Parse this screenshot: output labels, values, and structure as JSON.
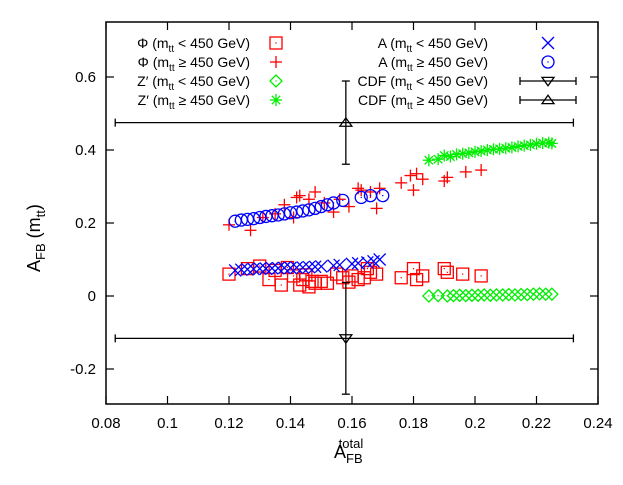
{
  "chart_data": {
    "type": "scatter",
    "title": "",
    "xlabel": "A_FB^total",
    "xlabel_main": "A",
    "xlabel_sub": "FB",
    "xlabel_sup": "total",
    "ylabel": "A_FB (m_tt)",
    "ylabel_main": "A",
    "ylabel_sub": "FB",
    "ylabel_paren_open": " (m",
    "ylabel_paren_sub": "tt",
    "ylabel_paren_close": ")",
    "xlim": [
      0.08,
      0.24
    ],
    "ylim": [
      -0.3,
      0.75
    ],
    "xticks": [
      "0.08",
      "0.1",
      "0.12",
      "0.14",
      "0.16",
      "0.18",
      "0.2",
      "0.22",
      "0.24"
    ],
    "yticks": [
      "-0.2",
      "0",
      "0.2",
      "0.4",
      "0.6"
    ],
    "grid": false,
    "legend_position": "top, two columns",
    "series": [
      {
        "name": "Φ (mtt < 450 GeV)",
        "legend_prefix": "Φ (m",
        "legend_sub": "tt",
        "legend_suffix": " < 450 GeV)",
        "marker": "square",
        "color": "#ff0000",
        "points": [
          [
            0.12,
            0.06
          ],
          [
            0.126,
            0.075
          ],
          [
            0.13,
            0.082
          ],
          [
            0.133,
            0.045
          ],
          [
            0.135,
            0.07
          ],
          [
            0.137,
            0.03
          ],
          [
            0.139,
            0.078
          ],
          [
            0.141,
            0.055
          ],
          [
            0.143,
            0.03
          ],
          [
            0.144,
            0.045
          ],
          [
            0.145,
            0.058
          ],
          [
            0.146,
            0.025
          ],
          [
            0.147,
            0.04
          ],
          [
            0.148,
            0.035
          ],
          [
            0.15,
            0.04
          ],
          [
            0.152,
            0.035
          ],
          [
            0.155,
            0.06
          ],
          [
            0.157,
            0.05
          ],
          [
            0.159,
            0.038
          ],
          [
            0.16,
            0.055
          ],
          [
            0.162,
            0.045
          ],
          [
            0.164,
            0.05
          ],
          [
            0.165,
            0.075
          ],
          [
            0.166,
            0.065
          ],
          [
            0.168,
            0.06
          ],
          [
            0.176,
            0.05
          ],
          [
            0.18,
            0.075
          ],
          [
            0.181,
            0.045
          ],
          [
            0.183,
            0.055
          ],
          [
            0.19,
            0.075
          ],
          [
            0.191,
            0.065
          ],
          [
            0.196,
            0.06
          ],
          [
            0.202,
            0.055
          ]
        ]
      },
      {
        "name": "Φ (mtt ≥ 450 GeV)",
        "legend_prefix": "Φ (m",
        "legend_sub": "tt",
        "legend_suffix": " ≥ 450 GeV)",
        "marker": "plus",
        "color": "#ff0000",
        "points": [
          [
            0.12,
            0.195
          ],
          [
            0.127,
            0.18
          ],
          [
            0.131,
            0.215
          ],
          [
            0.135,
            0.225
          ],
          [
            0.138,
            0.25
          ],
          [
            0.141,
            0.215
          ],
          [
            0.142,
            0.27
          ],
          [
            0.143,
            0.275
          ],
          [
            0.146,
            0.265
          ],
          [
            0.148,
            0.285
          ],
          [
            0.151,
            0.255
          ],
          [
            0.154,
            0.23
          ],
          [
            0.156,
            0.265
          ],
          [
            0.159,
            0.245
          ],
          [
            0.162,
            0.295
          ],
          [
            0.163,
            0.29
          ],
          [
            0.166,
            0.285
          ],
          [
            0.168,
            0.24
          ],
          [
            0.169,
            0.295
          ],
          [
            0.176,
            0.31
          ],
          [
            0.179,
            0.33
          ],
          [
            0.18,
            0.29
          ],
          [
            0.181,
            0.335
          ],
          [
            0.183,
            0.32
          ],
          [
            0.19,
            0.315
          ],
          [
            0.191,
            0.325
          ],
          [
            0.197,
            0.34
          ],
          [
            0.202,
            0.345
          ]
        ]
      },
      {
        "name": "Z′ (mtt < 450 GeV)",
        "legend_prefix": "Z′ (m",
        "legend_sub": "tt",
        "legend_suffix": " < 450 GeV)",
        "marker": "diamond",
        "color": "#00ee00",
        "points": [
          [
            0.185,
            0.0
          ],
          [
            0.188,
            0.001
          ],
          [
            0.191,
            0.0
          ],
          [
            0.193,
            0.001
          ],
          [
            0.195,
            0.002
          ],
          [
            0.197,
            0.001
          ],
          [
            0.199,
            0.002
          ],
          [
            0.201,
            0.002
          ],
          [
            0.203,
            0.003
          ],
          [
            0.205,
            0.002
          ],
          [
            0.207,
            0.003
          ],
          [
            0.209,
            0.003
          ],
          [
            0.211,
            0.004
          ],
          [
            0.213,
            0.003
          ],
          [
            0.215,
            0.004
          ],
          [
            0.217,
            0.004
          ],
          [
            0.219,
            0.005
          ],
          [
            0.221,
            0.006
          ],
          [
            0.223,
            0.005
          ],
          [
            0.225,
            0.005
          ]
        ]
      },
      {
        "name": "Z′ (mtt ≥ 450 GeV)",
        "legend_prefix": "Z′ (m",
        "legend_sub": "tt",
        "legend_suffix": " ≥ 450 GeV)",
        "marker": "star",
        "color": "#00ee00",
        "points": [
          [
            0.185,
            0.372
          ],
          [
            0.188,
            0.375
          ],
          [
            0.19,
            0.385
          ],
          [
            0.192,
            0.382
          ],
          [
            0.194,
            0.388
          ],
          [
            0.196,
            0.39
          ],
          [
            0.198,
            0.392
          ],
          [
            0.2,
            0.395
          ],
          [
            0.202,
            0.397
          ],
          [
            0.204,
            0.4
          ],
          [
            0.206,
            0.402
          ],
          [
            0.208,
            0.403
          ],
          [
            0.21,
            0.405
          ],
          [
            0.212,
            0.407
          ],
          [
            0.214,
            0.41
          ],
          [
            0.216,
            0.412
          ],
          [
            0.218,
            0.414
          ],
          [
            0.22,
            0.417
          ],
          [
            0.222,
            0.419
          ],
          [
            0.224,
            0.42
          ],
          [
            0.225,
            0.418
          ]
        ]
      },
      {
        "name": "A (mtt < 450 GeV)",
        "legend_prefix": "A (m",
        "legend_sub": "tt",
        "legend_suffix": " < 450 GeV)",
        "marker": "cross",
        "color": "#0000ff",
        "points": [
          [
            0.122,
            0.07
          ],
          [
            0.124,
            0.072
          ],
          [
            0.126,
            0.073
          ],
          [
            0.128,
            0.074
          ],
          [
            0.13,
            0.075
          ],
          [
            0.132,
            0.075
          ],
          [
            0.134,
            0.076
          ],
          [
            0.136,
            0.076
          ],
          [
            0.138,
            0.077
          ],
          [
            0.14,
            0.077
          ],
          [
            0.142,
            0.078
          ],
          [
            0.144,
            0.078
          ],
          [
            0.146,
            0.079
          ],
          [
            0.148,
            0.08
          ],
          [
            0.15,
            0.081
          ],
          [
            0.154,
            0.083
          ],
          [
            0.156,
            0.085
          ],
          [
            0.16,
            0.088
          ],
          [
            0.162,
            0.09
          ],
          [
            0.165,
            0.092
          ],
          [
            0.167,
            0.095
          ],
          [
            0.169,
            0.1
          ]
        ]
      },
      {
        "name": "A (mtt ≥ 450 GeV)",
        "legend_prefix": "A (m",
        "legend_sub": "tt",
        "legend_suffix": " ≥ 450 GeV)",
        "marker": "circle",
        "color": "#0000ff",
        "points": [
          [
            0.122,
            0.205
          ],
          [
            0.124,
            0.208
          ],
          [
            0.126,
            0.21
          ],
          [
            0.128,
            0.212
          ],
          [
            0.13,
            0.215
          ],
          [
            0.132,
            0.218
          ],
          [
            0.134,
            0.22
          ],
          [
            0.136,
            0.222
          ],
          [
            0.138,
            0.225
          ],
          [
            0.14,
            0.228
          ],
          [
            0.142,
            0.23
          ],
          [
            0.144,
            0.233
          ],
          [
            0.146,
            0.236
          ],
          [
            0.148,
            0.24
          ],
          [
            0.15,
            0.245
          ],
          [
            0.152,
            0.25
          ],
          [
            0.154,
            0.255
          ],
          [
            0.157,
            0.262
          ],
          [
            0.163,
            0.27
          ],
          [
            0.166,
            0.275
          ],
          [
            0.17,
            0.275
          ]
        ]
      },
      {
        "name": "CDF (mtt < 450 GeV)",
        "legend_prefix": "CDF (m",
        "legend_sub": "tt",
        "legend_suffix": " < 450 GeV)",
        "marker": "triangle-down",
        "color": "#000000",
        "points": [
          [
            0.158,
            -0.116
          ]
        ],
        "xerr": [
          0.083,
          0.232
        ],
        "yerr": [
          -0.269,
          0.037
        ]
      },
      {
        "name": "CDF (mtt ≥ 450 GeV)",
        "legend_prefix": "CDF (m",
        "legend_sub": "tt",
        "legend_suffix": " ≥ 450 GeV)",
        "marker": "triangle-up",
        "color": "#000000",
        "points": [
          [
            0.158,
            0.475
          ]
        ],
        "xerr": [
          0.083,
          0.232
        ],
        "yerr": [
          0.361,
          0.589
        ]
      }
    ]
  }
}
